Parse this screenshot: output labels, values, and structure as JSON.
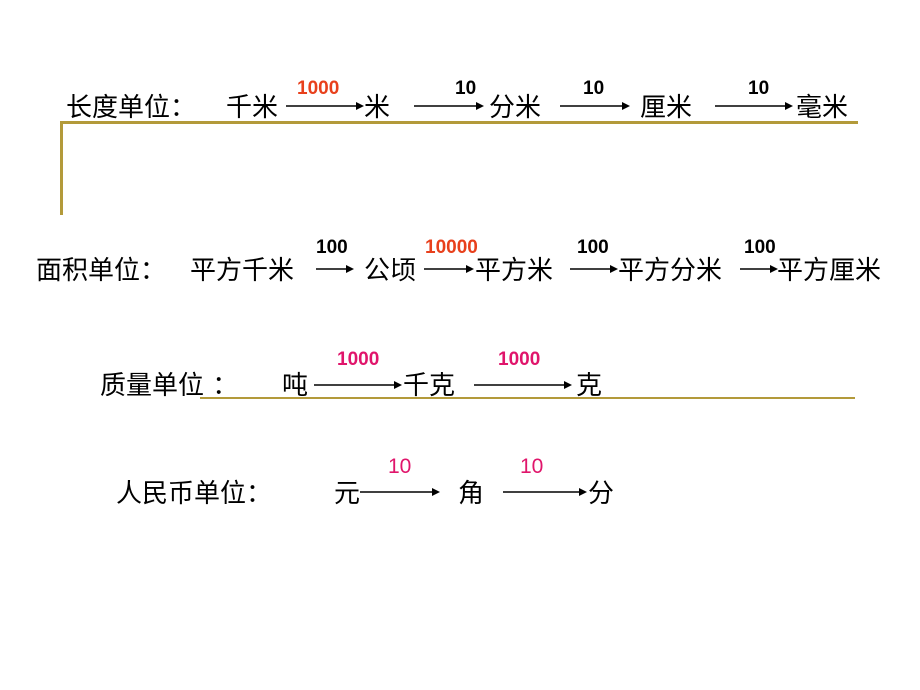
{
  "colors": {
    "accent_line": "#b39a3a",
    "red_orange": "#e8401c",
    "magenta": "#e0156b",
    "black": "#000000"
  },
  "rows": {
    "length": {
      "label": "长度单位：",
      "units": [
        "千米",
        "米",
        "分米",
        "厘米",
        "毫米"
      ],
      "rates": [
        "1000",
        "10",
        "10",
        "10"
      ]
    },
    "area": {
      "label": "面积单位：",
      "units": [
        "平方千米",
        "公顷",
        "平方米",
        "平方分米",
        "平方厘米"
      ],
      "rates": [
        "100",
        "10000",
        "100",
        "100"
      ]
    },
    "mass": {
      "label": "质量单位 ：",
      "units": [
        "吨",
        "千克",
        "克"
      ],
      "rates": [
        "1000",
        "1000"
      ]
    },
    "currency": {
      "label": "人民币单位：",
      "units": [
        "元",
        "角",
        "分"
      ],
      "rates": [
        "10",
        "10"
      ]
    }
  }
}
